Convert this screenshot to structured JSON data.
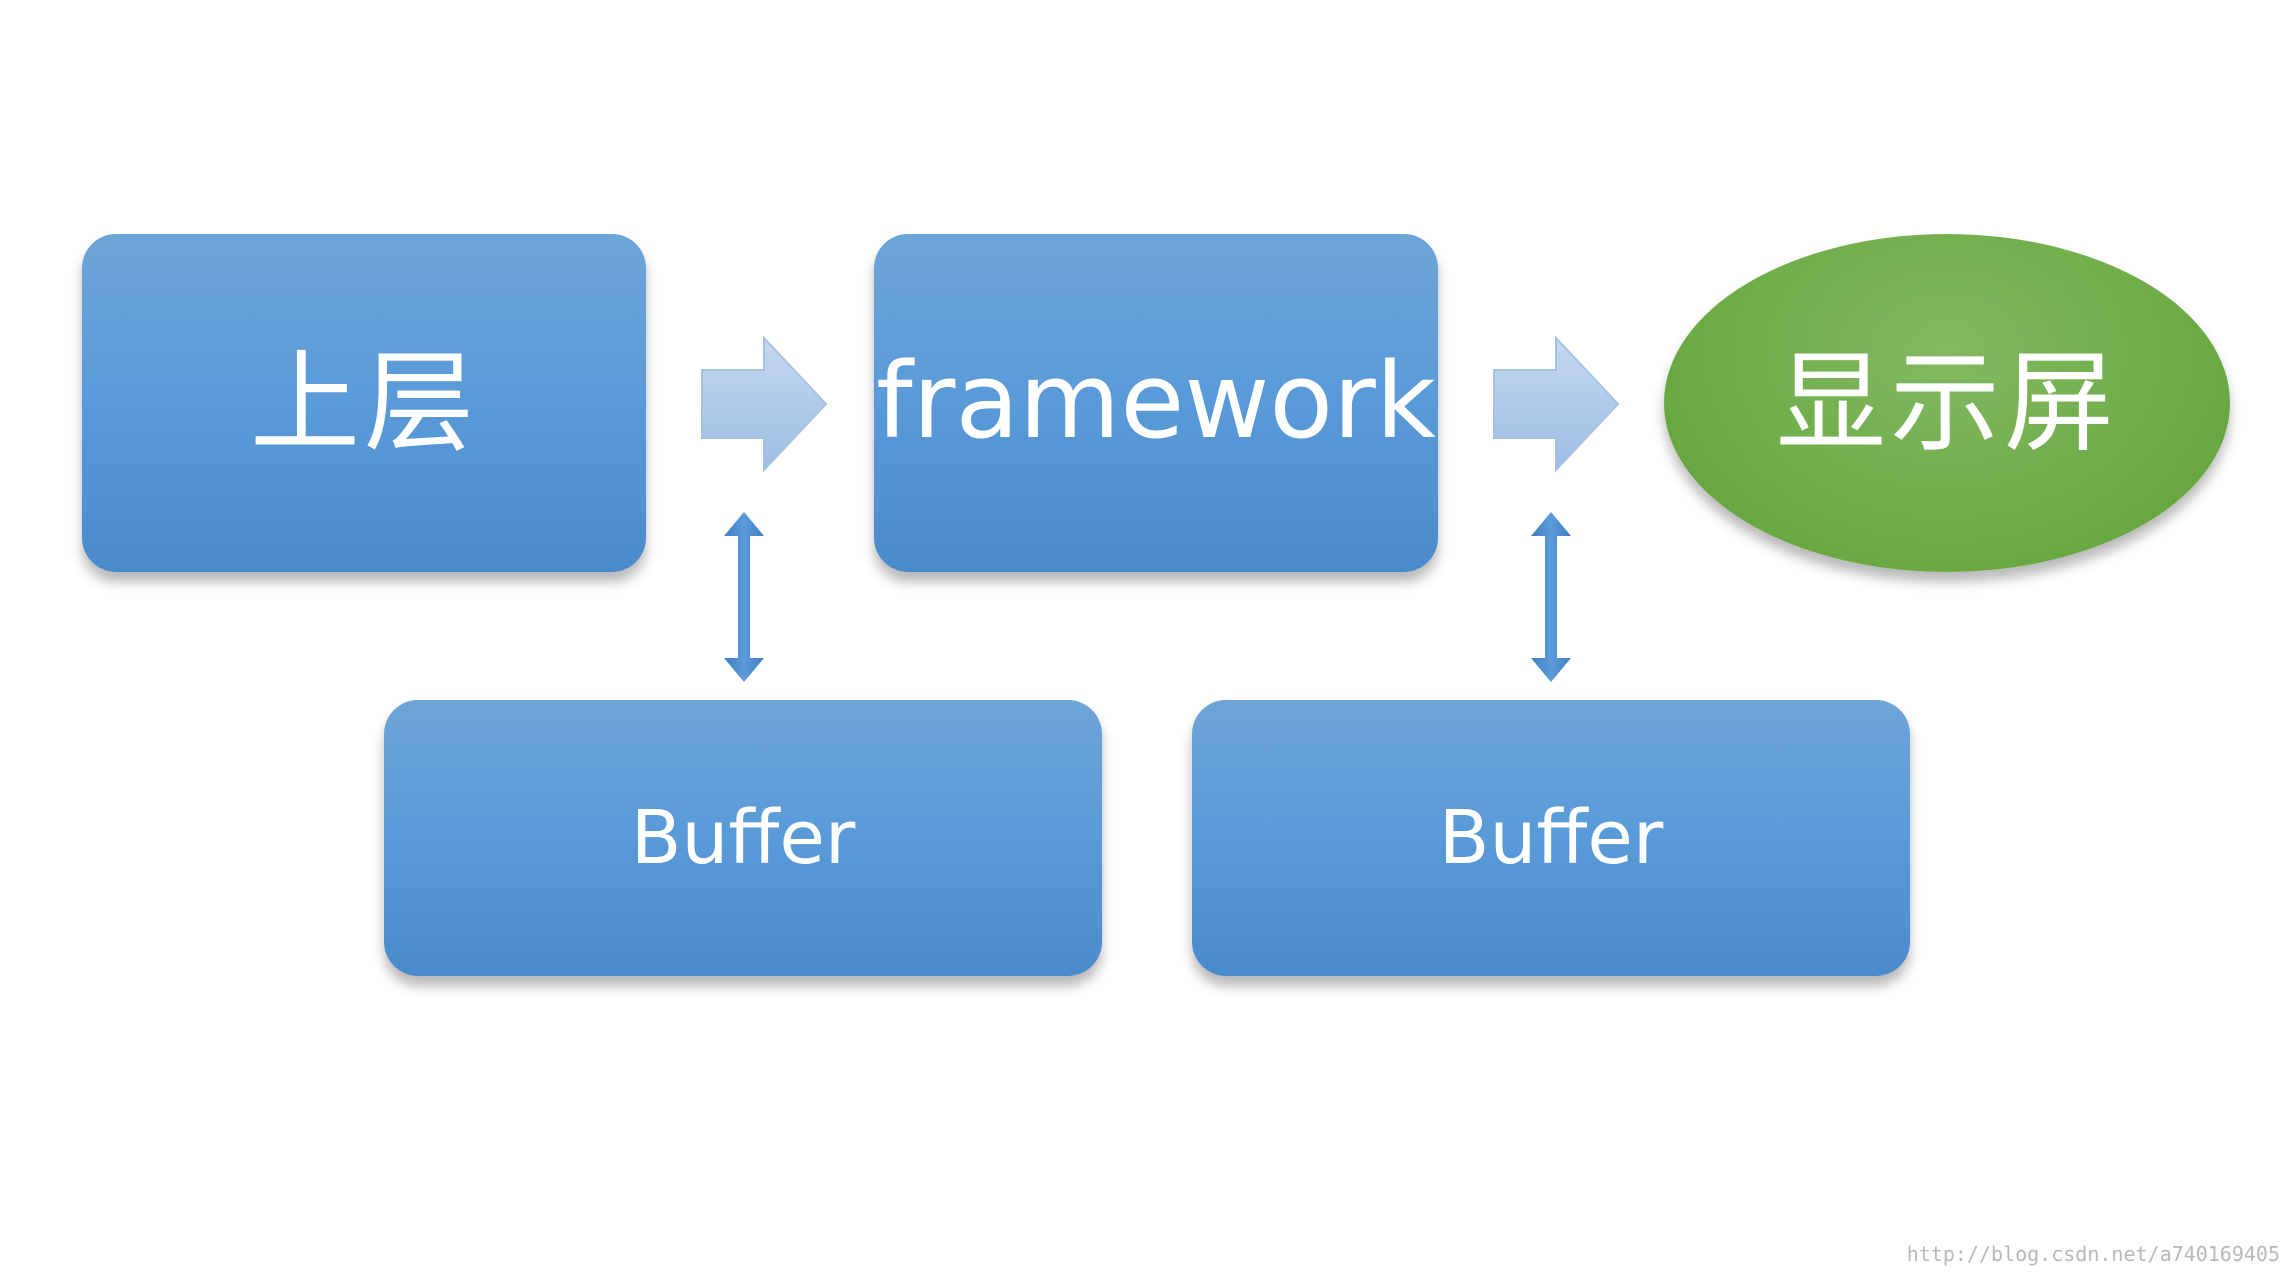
{
  "diagram": {
    "nodes": {
      "upper": "上层",
      "framework": "framework",
      "display": "显示屏",
      "buffer_left": "Buffer",
      "buffer_right": "Buffer"
    },
    "edges": [
      {
        "from": "upper",
        "to": "framework",
        "type": "arrow-right"
      },
      {
        "from": "framework",
        "to": "display",
        "type": "arrow-right"
      },
      {
        "between": [
          "upper-framework",
          "buffer_left"
        ],
        "type": "double-arrow-vertical"
      },
      {
        "between": [
          "framework-display",
          "buffer_right"
        ],
        "type": "double-arrow-vertical"
      }
    ]
  },
  "colors": {
    "box_blue": "#5b9bd9",
    "ellipse_green": "#6fad48",
    "arrow_light_blue": "#a9c6e8",
    "double_arrow_blue": "#4a8bcc",
    "text": "#ffffff"
  },
  "watermark": "http://blog.csdn.net/a740169405"
}
